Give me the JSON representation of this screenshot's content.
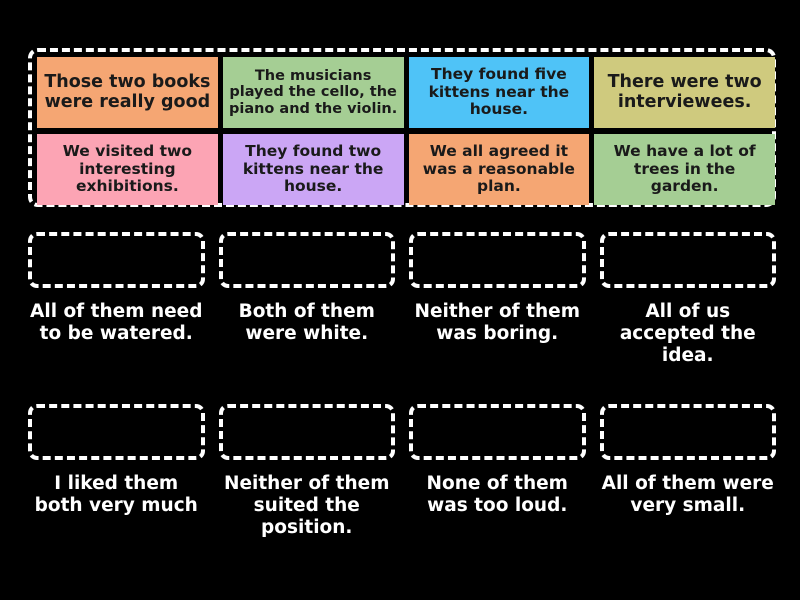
{
  "activity": {
    "type": "drag-and-drop-matching",
    "background_color": "#000000",
    "dash_color": "#ffffff"
  },
  "source_bank": {
    "name": "draggable-sentence-bank",
    "tiles": [
      {
        "text": "Those two books were really good",
        "color": "#F5A673",
        "size": "lg"
      },
      {
        "text": "The musicians played the cello, the piano and the violin.",
        "color": "#A5CE94",
        "size": "sm"
      },
      {
        "text": "They found five kittens near the house.",
        "color": "#4FC3F7",
        "size": "md"
      },
      {
        "text": "There were two interviewees.",
        "color": "#CFCA7E",
        "size": "lg"
      },
      {
        "text": "We visited two interesting exhibitions.",
        "color": "#FCA4B4",
        "size": "md"
      },
      {
        "text": "They found two kittens near the house.",
        "color": "#CBA6F5",
        "size": "md"
      },
      {
        "text": "We all agreed it was a reasonable plan.",
        "color": "#F5A673",
        "size": "md"
      },
      {
        "text": "We have a lot of trees in the garden.",
        "color": "#A5CE94",
        "size": "md"
      }
    ]
  },
  "answer_rows": [
    {
      "name": "answer-row-1",
      "cells": [
        {
          "label": "All of them need to be watered."
        },
        {
          "label": "Both of them were white."
        },
        {
          "label": "Neither of them was boring."
        },
        {
          "label": "All of us accepted the idea."
        }
      ]
    },
    {
      "name": "answer-row-2",
      "cells": [
        {
          "label": "I liked them both very much"
        },
        {
          "label": "Neither of them suited the position."
        },
        {
          "label": "None of them was too loud."
        },
        {
          "label": "All of them were very small."
        }
      ]
    }
  ]
}
